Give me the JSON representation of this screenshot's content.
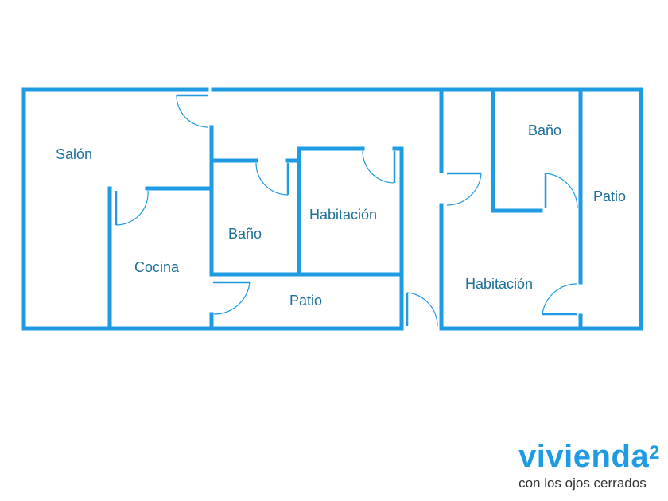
{
  "colors": {
    "wall": "#1e9be3",
    "label": "#1b6f99",
    "brand": "#1e9be3"
  },
  "rooms": {
    "salon": "Salón",
    "cocina": "Cocina",
    "bano_1": "Baño",
    "habitacion_1": "Habitación",
    "patio_1": "Patio",
    "bano_2": "Baño",
    "patio_2": "Patio",
    "habitacion_2": "Habitación"
  },
  "logo": {
    "word": "vivienda",
    "superscript": "2",
    "tagline": "con los ojos cerrados"
  }
}
